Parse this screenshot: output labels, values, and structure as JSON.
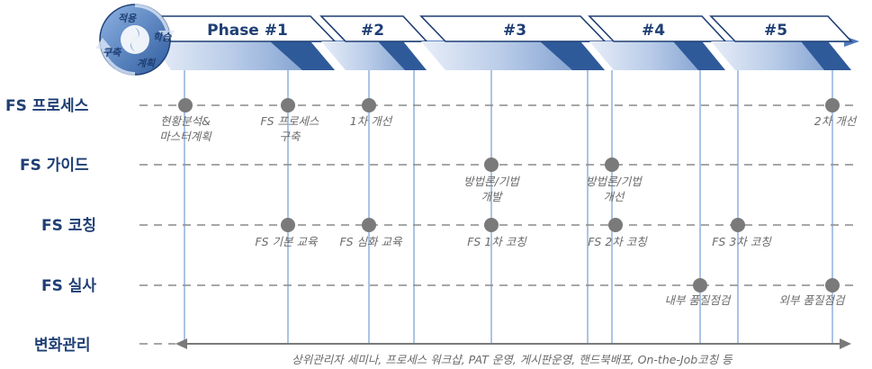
{
  "cycle": [
    "적용",
    "학습",
    "구축",
    "계획"
  ],
  "phases": [
    "Phase #1",
    "#2",
    "#3",
    "#4",
    "#5"
  ],
  "rows": [
    "FS 프로세스",
    "FS 가이드",
    "FS 코칭",
    "FS 실사",
    "변화관리"
  ],
  "milestones": {
    "process": [
      "현황분석&",
      "마스터계획",
      "FS 프로세스",
      "구축",
      "1차 개선",
      "2차 개선"
    ],
    "guide": [
      "방법론/기법",
      "개발",
      "방법론/기법",
      "개선"
    ],
    "coaching": [
      "FS 기본 교육",
      "FS 심화 교육",
      "FS 1차 코칭",
      "FS 2차 코칭",
      "FS 3차 코칭"
    ],
    "audit": [
      "내부 품질점검",
      "외부 품질점검"
    ]
  },
  "change_mgmt_text": "상위관리자 세미나, 프로세스 워크샵, PAT 운영, 게시판운영, 핸드북배포, On-the-Job코칭 등",
  "colors": {
    "navy": "#1f3f74",
    "blue": "#6b8fc9",
    "light": "#c5d5ee",
    "dot": "#7a7a7a",
    "dash": "#8a8a8a",
    "vline": "#8fb0dd"
  }
}
